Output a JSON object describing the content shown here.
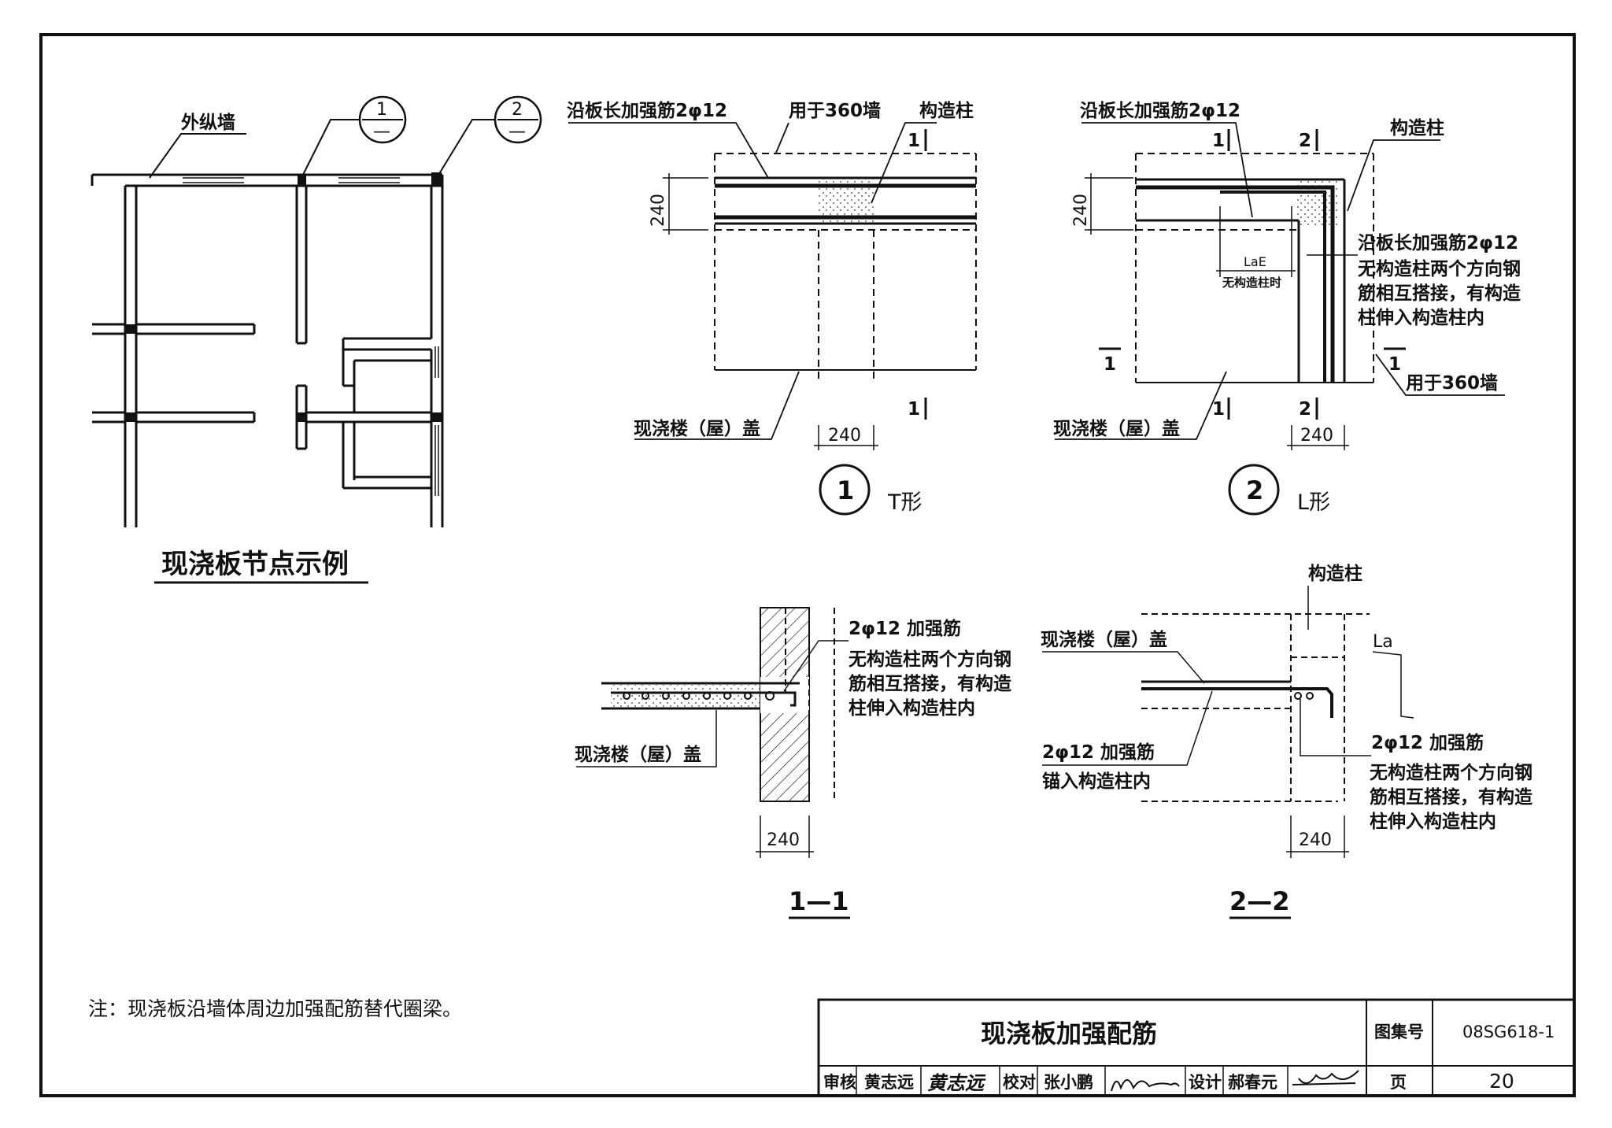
{
  "plan": {
    "outer_wall_label": "外纵墙",
    "caption": "现浇板节点示例",
    "callout1_num": "1",
    "callout2_num": "2",
    "callout_dash": "—"
  },
  "detail_t": {
    "rebar_label": "沿板长加强筋2φ12",
    "wall360_label": "用于360墙",
    "column_label": "构造柱",
    "dim_vertical": "240",
    "dim_bottom": "240",
    "section_mark": "1",
    "slab_label": "现浇楼（屋）盖",
    "circle_num": "1",
    "shape_label": "T形"
  },
  "detail_l": {
    "rebar_label": "沿板长加强筋2φ12",
    "column_label": "构造柱",
    "mark1": "1",
    "mark2": "2",
    "dim_vertical": "240",
    "lae_label": "LaE",
    "lae_note": "无构造柱时",
    "note_rebar": "沿板长加强筋2φ12",
    "note_line1": "无构造柱两个方向钢",
    "note_line2": "筋相互搭接，有构造",
    "note_line3": "柱伸入构造柱内",
    "wall360_label": "用于360墙",
    "slab_label": "现浇楼（屋）盖",
    "dim_bottom": "240",
    "circle_num": "2",
    "shape_label": "L形"
  },
  "section_11": {
    "rebar_label": "2φ12 加强筋",
    "note_line1": "无构造柱两个方向钢",
    "note_line2": "筋相互搭接，有构造",
    "note_line3": "柱伸入构造柱内",
    "slab_label": "现浇楼（屋）盖",
    "dim_bottom": "240",
    "title": "1—1"
  },
  "section_22": {
    "column_label": "构造柱",
    "slab_label": "现浇楼（屋）盖",
    "la_label": "La",
    "rebar_left_line1": "2φ12 加强筋",
    "rebar_left_line2": "锚入构造柱内",
    "rebar_right": "2φ12 加强筋",
    "note_line1": "无构造柱两个方向钢",
    "note_line2": "筋相互搭接，有构造",
    "note_line3": "柱伸入构造柱内",
    "dim_bottom": "240",
    "title": "2—2"
  },
  "note": "注：现浇板沿墙体周边加强配筋替代圈梁。",
  "title_block": {
    "title": "现浇板加强配筋",
    "atlas_label": "图集号",
    "atlas_value": "08SG618-1",
    "page_label": "页",
    "page_value": "20",
    "review_label": "审核",
    "reviewer": "黄志远",
    "reviewer_sign": "黄志远",
    "check_label": "校对",
    "checker": "张小鹏",
    "design_label": "设计",
    "designer": "郝春元"
  }
}
